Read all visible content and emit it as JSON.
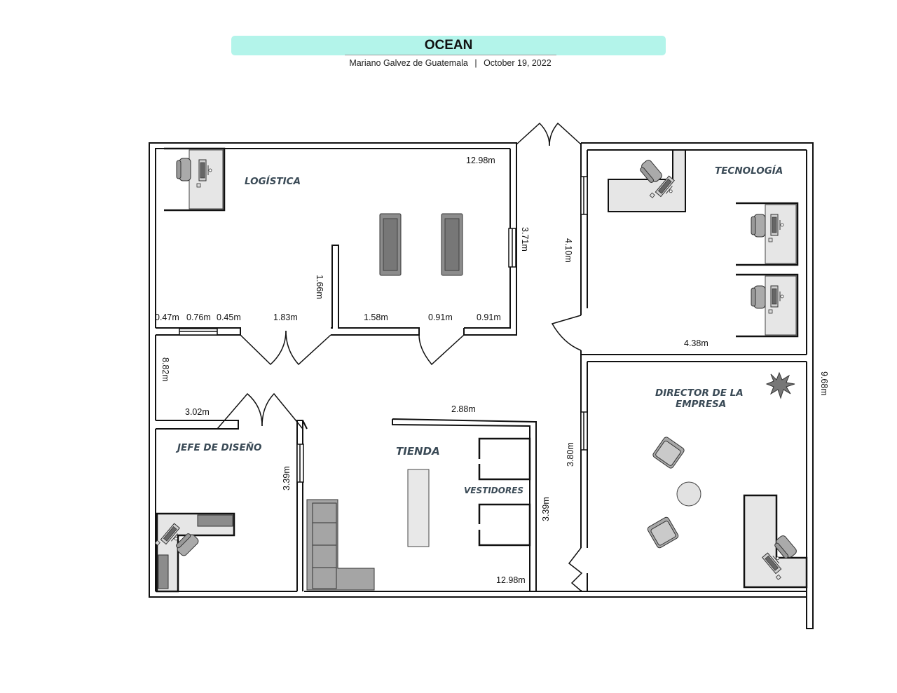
{
  "header": {
    "title": "OCEAN",
    "organization": "Mariano Galvez  de Guatemala",
    "separator": "|",
    "date": "October 19, 2022"
  },
  "rooms": {
    "logistica": "LOGÍSTICA",
    "tecnologia": "TECNOLOGÍA",
    "director_line1": "DIRECTOR DE LA",
    "director_line2": "EMPRESA",
    "jefe_diseno": "JEFE DE DISEÑO",
    "tienda": "TIENDA",
    "vestidores": "VESTIDORES"
  },
  "dimensions": {
    "top_length": "12.98m",
    "logistica_door_wall": "3.71m",
    "corridor_right": "4.10m",
    "partition_height": "1.66m",
    "seg_047": "0.47m",
    "seg_076": "0.76m",
    "seg_045": "0.45m",
    "seg_183": "1.83m",
    "seg_158": "1.58m",
    "seg_091a": "0.91m",
    "seg_091b": "0.91m",
    "tecnologia_width": "4.38m",
    "left_height": "8.82m",
    "total_height": "9.68m",
    "jefe_top": "3.02m",
    "tienda_top": "2.88m",
    "jefe_wall": "3.39m",
    "vestidores_wall": "3.39m",
    "director_wall": "3.80m",
    "bottom_length": "12.98m"
  },
  "colors": {
    "title_bar": "#b3f4ea",
    "wall": "#111111",
    "furniture_fill": "#e6e6e6",
    "sofa_fill": "#8c8c8c",
    "label_text": "#3a4a56"
  }
}
